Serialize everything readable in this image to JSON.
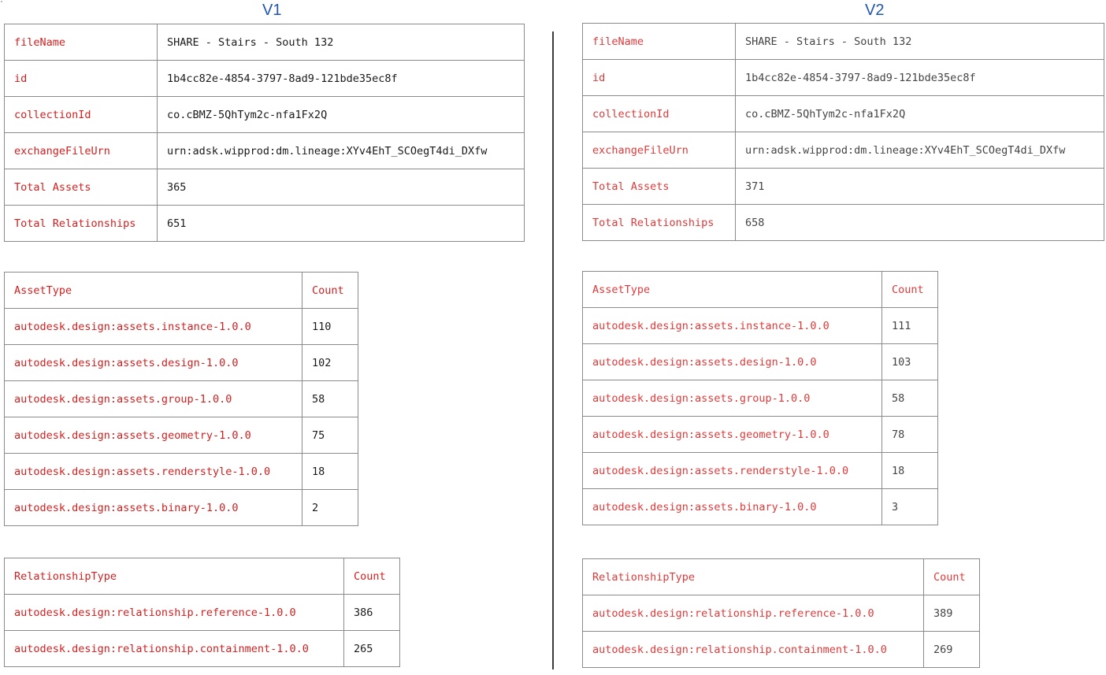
{
  "v1": {
    "title": "V1",
    "meta": [
      {
        "key": "fileName",
        "value": "SHARE - Stairs - South 132"
      },
      {
        "key": "id",
        "value": "1b4cc82e-4854-3797-8ad9-121bde35ec8f"
      },
      {
        "key": "collectionId",
        "value": "co.cBMZ-5QhTym2c-nfa1Fx2Q"
      },
      {
        "key": "exchangeFileUrn",
        "value": "urn:adsk.wipprod:dm.lineage:XYv4EhT_SCOegT4di_DXfw"
      },
      {
        "key": "Total Assets",
        "value": "365"
      },
      {
        "key": "Total Relationships",
        "value": "651"
      }
    ],
    "assets_header": {
      "type": "AssetType",
      "count": "Count"
    },
    "assets": [
      {
        "type": "autodesk.design:assets.instance-1.0.0",
        "count": "110"
      },
      {
        "type": "autodesk.design:assets.design-1.0.0",
        "count": "102"
      },
      {
        "type": "autodesk.design:assets.group-1.0.0",
        "count": "58"
      },
      {
        "type": "autodesk.design:assets.geometry-1.0.0",
        "count": "75"
      },
      {
        "type": "autodesk.design:assets.renderstyle-1.0.0",
        "count": "18"
      },
      {
        "type": "autodesk.design:assets.binary-1.0.0",
        "count": "2"
      }
    ],
    "rel_header": {
      "type": "RelationshipType",
      "count": "Count"
    },
    "relationships": [
      {
        "type": "autodesk.design:relationship.reference-1.0.0",
        "count": "386"
      },
      {
        "type": "autodesk.design:relationship.containment-1.0.0",
        "count": "265"
      }
    ]
  },
  "v2": {
    "title": "V2",
    "meta": [
      {
        "key": "fileName",
        "value": "SHARE - Stairs - South 132"
      },
      {
        "key": "id",
        "value": "1b4cc82e-4854-3797-8ad9-121bde35ec8f"
      },
      {
        "key": "collectionId",
        "value": "co.cBMZ-5QhTym2c-nfa1Fx2Q"
      },
      {
        "key": "exchangeFileUrn",
        "value": "urn:adsk.wipprod:dm.lineage:XYv4EhT_SCOegT4di_DXfw"
      },
      {
        "key": "Total Assets",
        "value": "371"
      },
      {
        "key": "Total Relationships",
        "value": "658"
      }
    ],
    "assets_header": {
      "type": "AssetType",
      "count": "Count"
    },
    "assets": [
      {
        "type": "autodesk.design:assets.instance-1.0.0",
        "count": "111"
      },
      {
        "type": "autodesk.design:assets.design-1.0.0",
        "count": "103"
      },
      {
        "type": "autodesk.design:assets.group-1.0.0",
        "count": "58"
      },
      {
        "type": "autodesk.design:assets.geometry-1.0.0",
        "count": "78"
      },
      {
        "type": "autodesk.design:assets.renderstyle-1.0.0",
        "count": "18"
      },
      {
        "type": "autodesk.design:assets.binary-1.0.0",
        "count": "3"
      }
    ],
    "rel_header": {
      "type": "RelationshipType",
      "count": "Count"
    },
    "relationships": [
      {
        "type": "autodesk.design:relationship.reference-1.0.0",
        "count": "389"
      },
      {
        "type": "autodesk.design:relationship.containment-1.0.0",
        "count": "269"
      }
    ]
  }
}
